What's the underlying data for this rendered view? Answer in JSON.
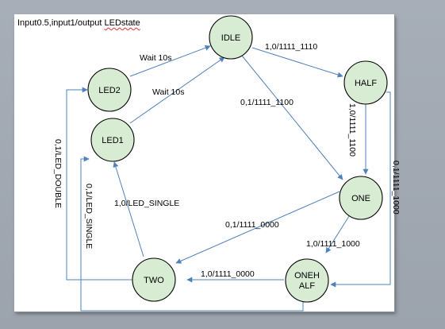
{
  "header": {
    "prefix": "Input0.5,input1/output ",
    "misspelled": "LEDstate"
  },
  "nodes": {
    "idle": "IDLE",
    "half": "HALF",
    "one": "ONE",
    "onehalf_line1": "ONEH",
    "onehalf_line2": "ALF",
    "two": "TWO",
    "led1": "LED1",
    "led2": "LED2"
  },
  "edges": {
    "led2_idle": "Wait 10s",
    "led1_idle": "Wait 10s",
    "idle_half": "1,0/1111_1110",
    "idle_one": "0,1/1111_1100",
    "half_one": "1,0/1111_1100",
    "half_onehalf": "0,1/1111_1000",
    "one_two": "0,1/1111_0000",
    "one_onehalf": "1,0/1111_1000",
    "onehalf_two": "1,0/1111_0000",
    "two_led1": "1,0/LED_SINGLE",
    "onehalf_led1": "0,1/LED_SINGLE",
    "two_led2": "0,1/LED_DOUBLE"
  },
  "colors": {
    "node_fill": "#d7ecd2",
    "edge": "#4f81bd"
  }
}
